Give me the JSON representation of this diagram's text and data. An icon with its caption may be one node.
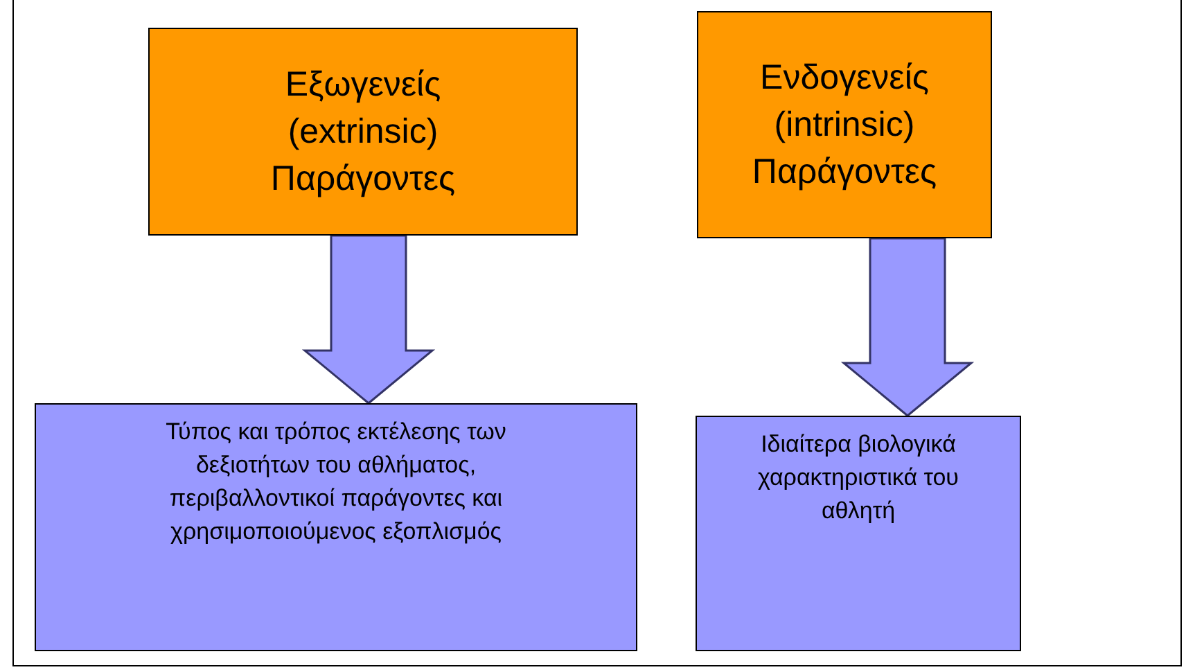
{
  "diagram": {
    "nodes": [
      {
        "text": [
          "Εξωγενείς (extrinsic) Παράγοντες"
        ]
      },
      {
        "text": [
          "Ενδογενείς (intrinsic) Παράγοντες"
        ]
      },
      {
        "text": [
          "Τύπος και τρόπος εκτέλεσης των δεξιοτήτων του αθλήματος, περιβαλλοντικοί παράγοντες και χρησιμοποιούμενος εξοπλισμός"
        ]
      },
      {
        "text": [
          "Ιδιαίτερα βιολογικά χαρακτηριστικά του αθλητή"
        ]
      }
    ],
    "edges": [
      {
        "from": 0,
        "to": 2,
        "arrow": "to",
        "style": "thick"
      },
      {
        "from": 1,
        "to": 3,
        "arrow": "to",
        "style": "thick"
      }
    ]
  }
}
